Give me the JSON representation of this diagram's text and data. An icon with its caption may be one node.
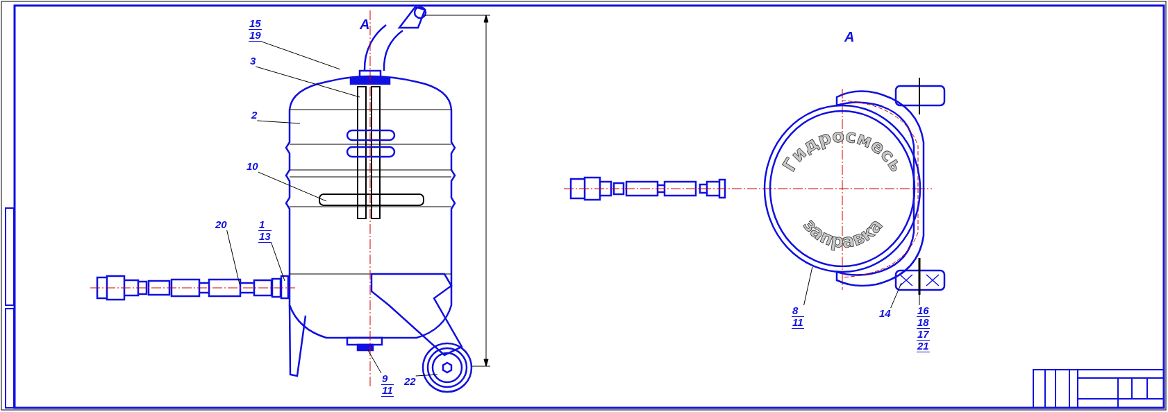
{
  "diagram": {
    "nodes": [
      {
        "text": [
          "15",
          "19"
        ]
      },
      {
        "text": [
          "3"
        ]
      },
      {
        "text": [
          "2"
        ]
      },
      {
        "text": [
          "10"
        ]
      },
      {
        "text": [
          "20"
        ]
      },
      {
        "text": [
          "1",
          "13"
        ]
      },
      {
        "text": [
          "9",
          "11"
        ]
      },
      {
        "text": [
          "22"
        ]
      },
      {
        "text": [
          "8",
          "11"
        ]
      },
      {
        "text": [
          "14"
        ]
      },
      {
        "text": [
          "16",
          "18",
          "17",
          "21"
        ]
      },
      {
        "text": [
          "Гидросмесь",
          "заправка"
        ]
      }
    ],
    "edges": [
      {
        "from": 0,
        "to": null,
        "arrow": "none"
      },
      {
        "from": 1,
        "to": null,
        "arrow": "none"
      },
      {
        "from": 2,
        "to": null,
        "arrow": "none"
      },
      {
        "from": 3,
        "to": null,
        "arrow": "none"
      },
      {
        "from": 4,
        "to": null,
        "arrow": "none"
      },
      {
        "from": 5,
        "to": null,
        "arrow": "none"
      },
      {
        "from": 6,
        "to": null,
        "arrow": "none"
      },
      {
        "from": 7,
        "to": null,
        "arrow": "none"
      },
      {
        "from": 8,
        "to": 11,
        "arrow": "none"
      },
      {
        "from": 9,
        "to": null,
        "arrow": "none"
      },
      {
        "from": 10,
        "to": null,
        "arrow": "none"
      }
    ],
    "labels": [
      "A",
      "A"
    ]
  }
}
